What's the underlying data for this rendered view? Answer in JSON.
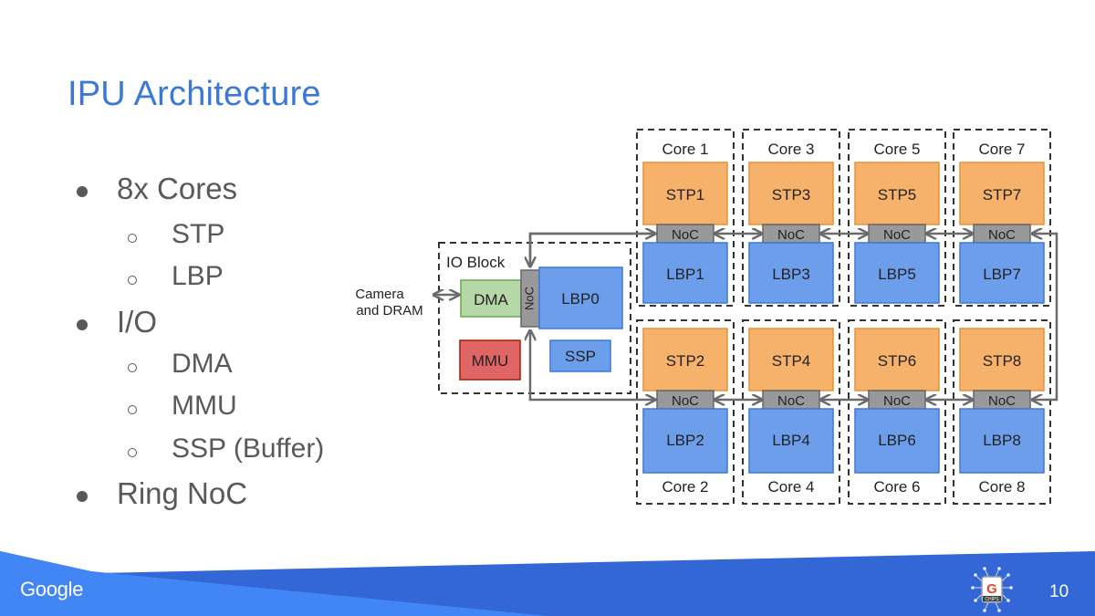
{
  "slide": {
    "title": "IPU Architecture",
    "page_number": "10",
    "footer_brand": "Google",
    "badge": {
      "icon": "google-chips-logo-icon",
      "letter": "G",
      "text": "CHIPS"
    }
  },
  "colors": {
    "title": "#3c78d8",
    "body_text": "#595959",
    "stp_fill": "#f6b26b",
    "lbp_fill": "#6d9eeb",
    "noc_fill": "#999999",
    "dma_fill": "#b6d7a8",
    "mmu_fill": "#e06666",
    "footer_blue": "#4285f4",
    "footer_dark_blue": "#3367d6"
  },
  "bullets": [
    {
      "level": 1,
      "text": "8x Cores"
    },
    {
      "level": 2,
      "text": "STP"
    },
    {
      "level": 2,
      "text": "LBP"
    },
    {
      "level": 1,
      "text": "I/O"
    },
    {
      "level": 2,
      "text": "DMA"
    },
    {
      "level": 2,
      "text": "MMU"
    },
    {
      "level": 2,
      "text": "SSP (Buffer)"
    },
    {
      "level": 1,
      "text": "Ring NoC"
    }
  ],
  "diagram": {
    "external_label_line1": "Camera",
    "external_label_line2": "and DRAM",
    "io_block": {
      "label": "IO Block",
      "dma": "DMA",
      "mmu": "MMU",
      "noc": "NoC",
      "lbp": "LBP0",
      "ssp": "SSP"
    },
    "noc_label": "NoC",
    "top_cores": [
      {
        "name": "Core 1",
        "stp": "STP1",
        "lbp": "LBP1"
      },
      {
        "name": "Core 3",
        "stp": "STP3",
        "lbp": "LBP3"
      },
      {
        "name": "Core 5",
        "stp": "STP5",
        "lbp": "LBP5"
      },
      {
        "name": "Core 7",
        "stp": "STP7",
        "lbp": "LBP7"
      }
    ],
    "bottom_cores": [
      {
        "name": "Core 2",
        "stp": "STP2",
        "lbp": "LBP2"
      },
      {
        "name": "Core 4",
        "stp": "STP4",
        "lbp": "LBP4"
      },
      {
        "name": "Core 6",
        "stp": "STP6",
        "lbp": "LBP6"
      },
      {
        "name": "Core 8",
        "stp": "STP8",
        "lbp": "LBP8"
      }
    ]
  }
}
